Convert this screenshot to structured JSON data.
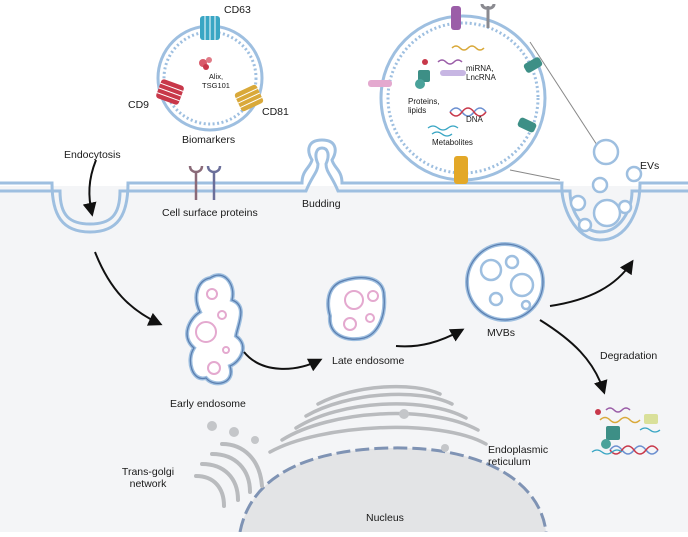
{
  "labels": {
    "cd63": "CD63",
    "cd9": "CD9",
    "cd81": "CD81",
    "alix_tsg101": "Alix,\nTSG101",
    "biomarkers": "Biomarkers",
    "endocytosis": "Endocytosis",
    "cell_surface_proteins": "Cell surface proteins",
    "budding": "Budding",
    "mirna_lncrna": "miRNA,\nLncRNA",
    "proteins_lipids": "Proteins,\nlipids",
    "dna": "DNA",
    "metabolites": "Metabolites",
    "evs": "EVs",
    "early_endosome": "Early endosome",
    "late_endosome": "Late endosome",
    "mvbs": "MVBs",
    "degradation": "Degradation",
    "trans_golgi_network": "Trans-golgi\nnetwork",
    "endoplasmic_reticulum": "Endoplasmic\nreticulum",
    "nucleus": "Nucleus"
  },
  "colors": {
    "membrane": "#9ebfe0",
    "membrane_dark": "#5b7fb0",
    "cytoplasm": "#f4f5f6",
    "cd63": "#3aa6c4",
    "cd9": "#c8384a",
    "cd81": "#d9a93a",
    "pink_vesicle": "#e4a9cf",
    "golgi": "#b9bbbe",
    "nucleus": "#e3e4e6",
    "nucleus_border": "#7f93b4",
    "protein_teal": "#3d8f86",
    "protein_purple": "#9b5ea8",
    "arrow": "#111111"
  },
  "icons": [
    "receptor-icon",
    "tetraspanin-icon",
    "dna-helix-icon",
    "rna-strand-icon",
    "protein-icon"
  ]
}
